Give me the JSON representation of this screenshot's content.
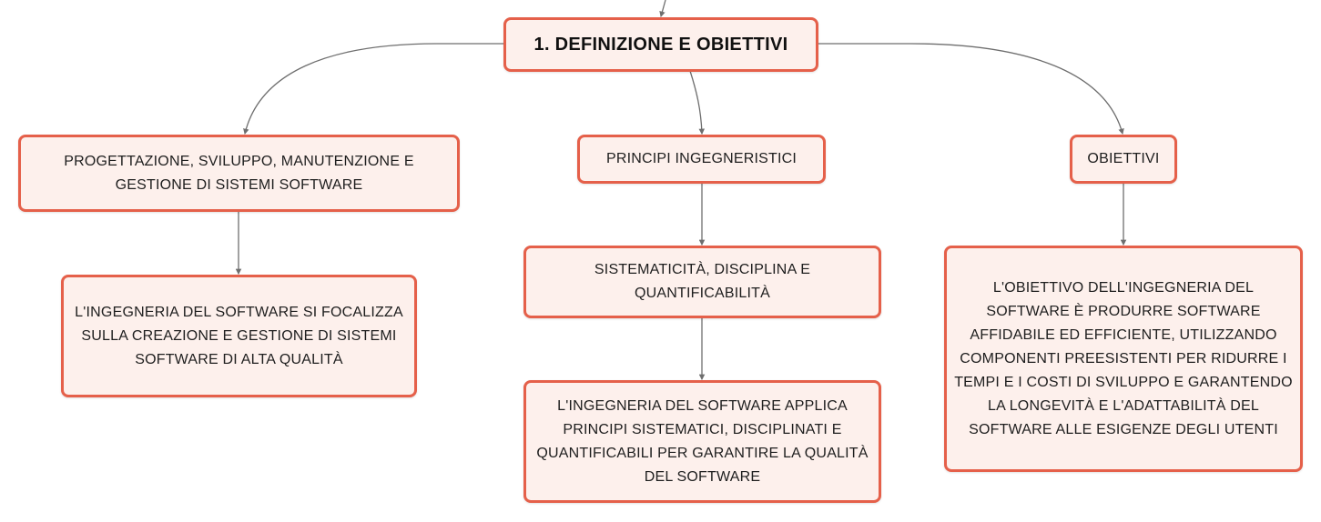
{
  "root": {
    "label": "1. DEFINIZIONE E OBIETTIVI"
  },
  "branches": [
    {
      "label": "PROGETTAZIONE, SVILUPPO, MANUTENZIONE E GESTIONE DI SISTEMI SOFTWARE",
      "children": [
        {
          "label": "L'INGEGNERIA DEL SOFTWARE SI FOCALIZZA SULLA CREAZIONE E GESTIONE DI SISTEMI SOFTWARE DI ALTA QUALITÀ"
        }
      ]
    },
    {
      "label": "PRINCIPI INGEGNERISTICI",
      "children": [
        {
          "label": "SISTEMATICITÀ, DISCIPLINA E QUANTIFICABILITÀ"
        },
        {
          "label": "L'INGEGNERIA DEL SOFTWARE APPLICA PRINCIPI SISTEMATICI, DISCIPLINATI E QUANTIFICABILI PER GARANTIRE LA QUALITÀ DEL SOFTWARE"
        }
      ]
    },
    {
      "label": "OBIETTIVI",
      "children": [
        {
          "label": "L'OBIETTIVO DELL'INGEGNERIA DEL SOFTWARE È PRODURRE SOFTWARE AFFIDABILE ED EFFICIENTE, UTILIZZANDO COMPONENTI PREESISTENTI PER RIDURRE I TEMPI E I COSTI DI SVILUPPO E GARANTENDO LA LONGEVITÀ E L'ADATTABILITÀ DEL SOFTWARE ALLE ESIGENZE DEGLI UTENTI"
        }
      ]
    }
  ],
  "colors": {
    "node_border": "#e5604a",
    "node_fill": "#fdf0ec",
    "connector": "#6e6e6e",
    "text": "#1e1e1e"
  }
}
